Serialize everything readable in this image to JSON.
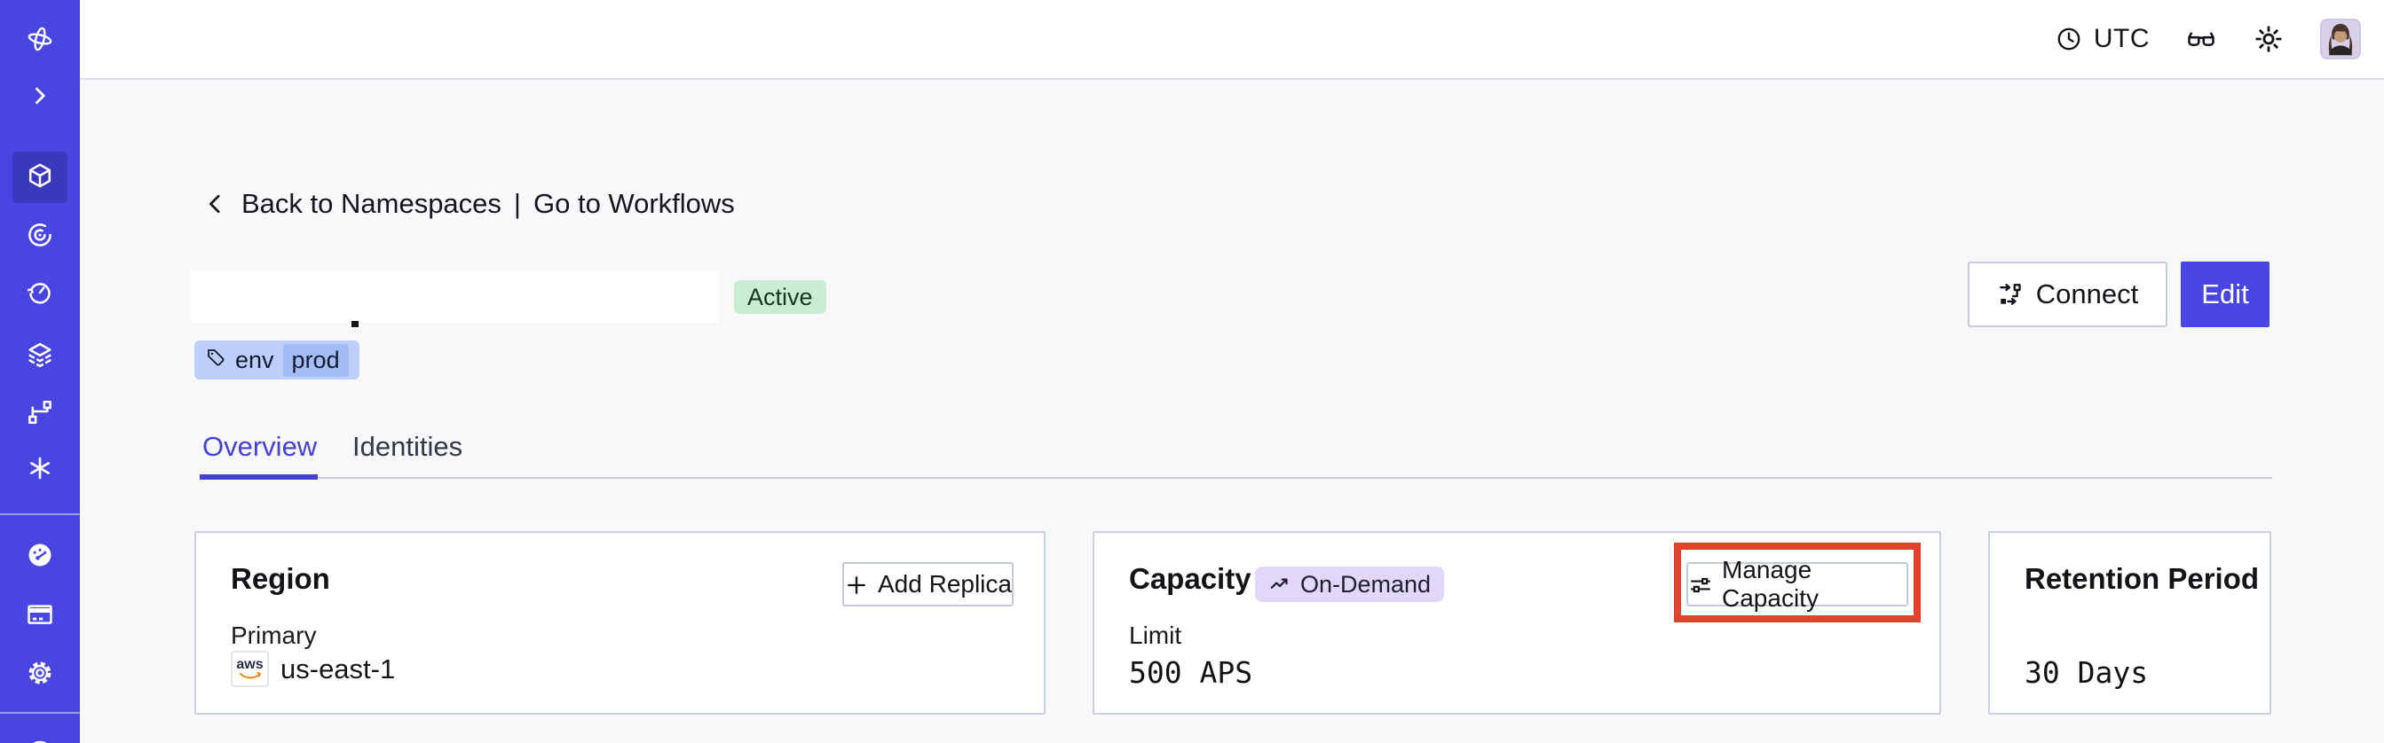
{
  "topbar": {
    "timezone": "UTC",
    "icons": [
      "clock-icon",
      "glasses-icon",
      "sun-icon",
      "user-avatar"
    ]
  },
  "sidebar": {
    "background_color": "#4845E1",
    "active_tile_color": "#3B38BE",
    "items": [
      {
        "icon": "temporal-logo-icon"
      },
      {
        "icon": "chevron-right-icon"
      },
      {
        "icon": "cube-icon",
        "active": true
      },
      {
        "icon": "spiral-icon"
      },
      {
        "icon": "clock-arrow-icon"
      },
      {
        "icon": "layers-icon"
      },
      {
        "icon": "branch-icon"
      },
      {
        "icon": "asterisk-icon"
      },
      {
        "icon": "gauge-icon"
      },
      {
        "icon": "credit-card-icon"
      },
      {
        "icon": "gear-icon"
      },
      {
        "icon": "partial-circle-icon"
      }
    ]
  },
  "breadcrumb": {
    "back_label": "Back to Namespaces",
    "separator": "|",
    "forward_label": "Go to Workflows"
  },
  "namespace": {
    "name_redacted": true,
    "status_badge": "Active",
    "tag": {
      "key": "env",
      "value": "prod"
    }
  },
  "header_actions": {
    "connect_label": "Connect",
    "edit_label": "Edit"
  },
  "tabs": [
    {
      "label": "Overview",
      "active": true
    },
    {
      "label": "Identities",
      "active": false
    }
  ],
  "cards": {
    "region": {
      "title": "Region",
      "add_replica_label": "Add Replica",
      "field_label": "Primary",
      "provider": "aws",
      "value": "us-east-1"
    },
    "capacity": {
      "title": "Capacity",
      "badge": "On-Demand",
      "manage_label": "Manage Capacity",
      "field_label": "Limit",
      "value": "500 APS"
    },
    "retention": {
      "title": "Retention Period",
      "value": "30 Days"
    }
  },
  "annotation": {
    "color": "#E5422D",
    "target": "manage-capacity-button"
  },
  "colors": {
    "page_bg": "#F8F8FB",
    "accent": "#4440D4",
    "status_green_bg": "#C9EDD3",
    "tag_bg": "#BCCEFA",
    "tag_value_bg": "#A5BDF6",
    "ondemand_bg": "#E0D7FA",
    "card_border": "#C9D0E2"
  }
}
